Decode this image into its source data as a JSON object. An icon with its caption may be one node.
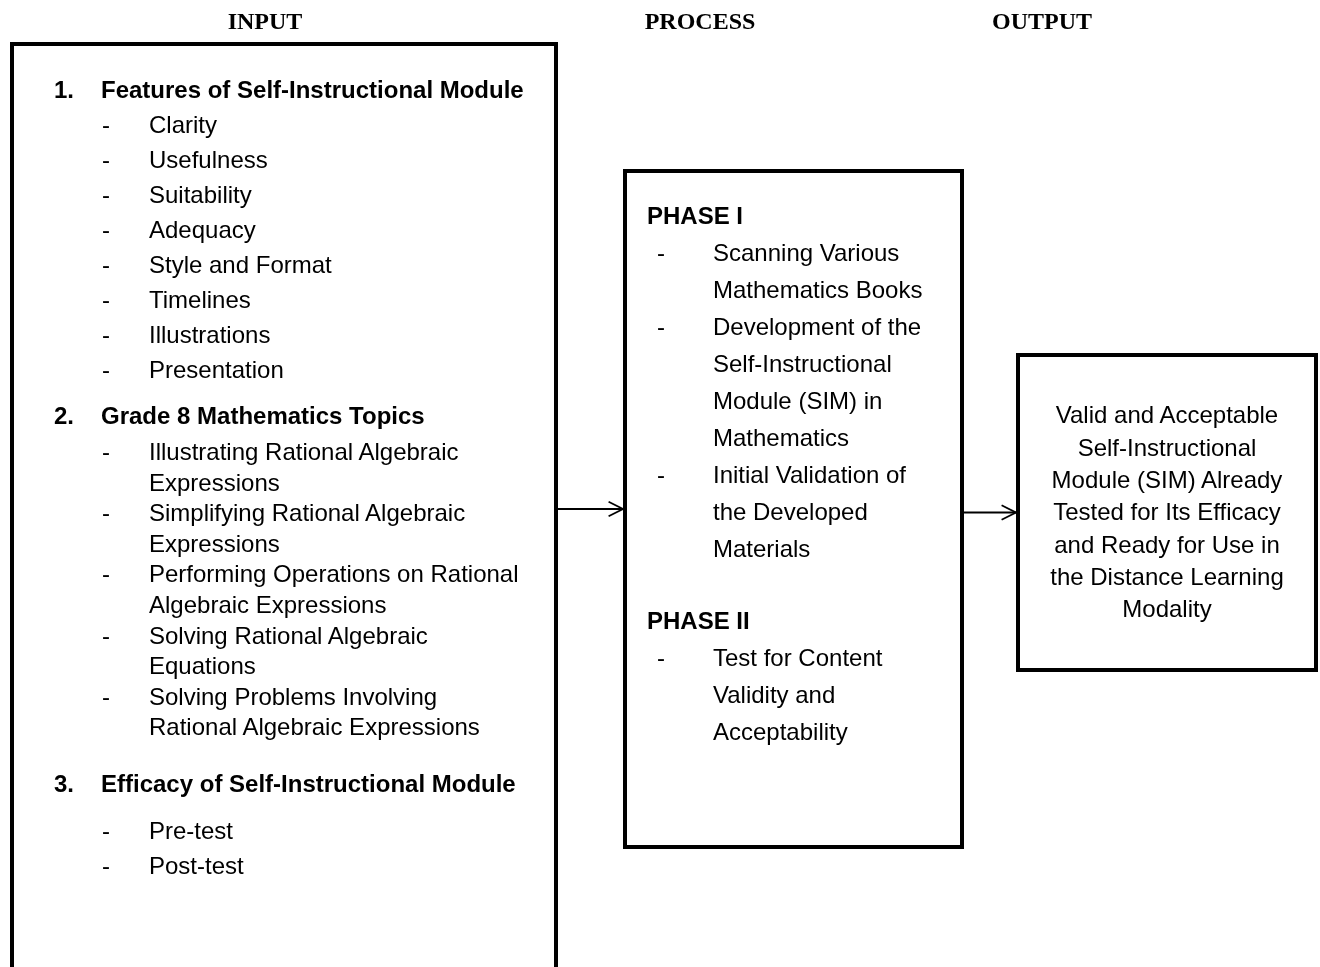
{
  "diagram": {
    "nodes": [
      {
        "text": [
          "1.",
          "Features of Self-Instructional Module",
          "-",
          "Clarity",
          "-",
          "Usefulness",
          "-",
          "Suitability",
          "-",
          "Adequacy",
          "-",
          "Style and Format",
          "-",
          "Timelines",
          "-",
          "Illustrations",
          "-",
          "Presentation",
          "2.",
          "Grade 8 Mathematics Topics",
          "-",
          "Illustrating Rational Algebraic Expressions",
          "-",
          "Simplifying Rational Algebraic Expressions",
          "-",
          "Performing Operations on Rational Algebraic Expressions",
          "-",
          "Solving Rational Algebraic Equations",
          "-",
          "Solving Problems Involving Rational Algebraic Expressions",
          "3.",
          "Efficacy of Self-Instructional Module",
          "-",
          "Pre-test",
          "-",
          "Post-test"
        ]
      },
      {
        "text": [
          "PHASE I",
          "-",
          "Scanning Various Mathematics Books",
          "-",
          "Development of the Self-Instructional Module (SIM) in Mathematics",
          "-",
          "Initial Validation of the Developed Materials",
          "PHASE II",
          "-",
          "Test for Content Validity and Acceptability"
        ]
      },
      {
        "text": [
          "Valid and Acceptable Self-Instructional Module (SIM) Already Tested for Its Efficacy and Ready for Use in the Distance Learning Modality"
        ]
      }
    ],
    "edges": [
      {
        "from": 0,
        "to": 1,
        "arrow": "to"
      },
      {
        "from": 1,
        "to": 2,
        "arrow": "to"
      }
    ],
    "labels": [
      "INPUT",
      "PROCESS",
      "OUTPUT"
    ]
  }
}
